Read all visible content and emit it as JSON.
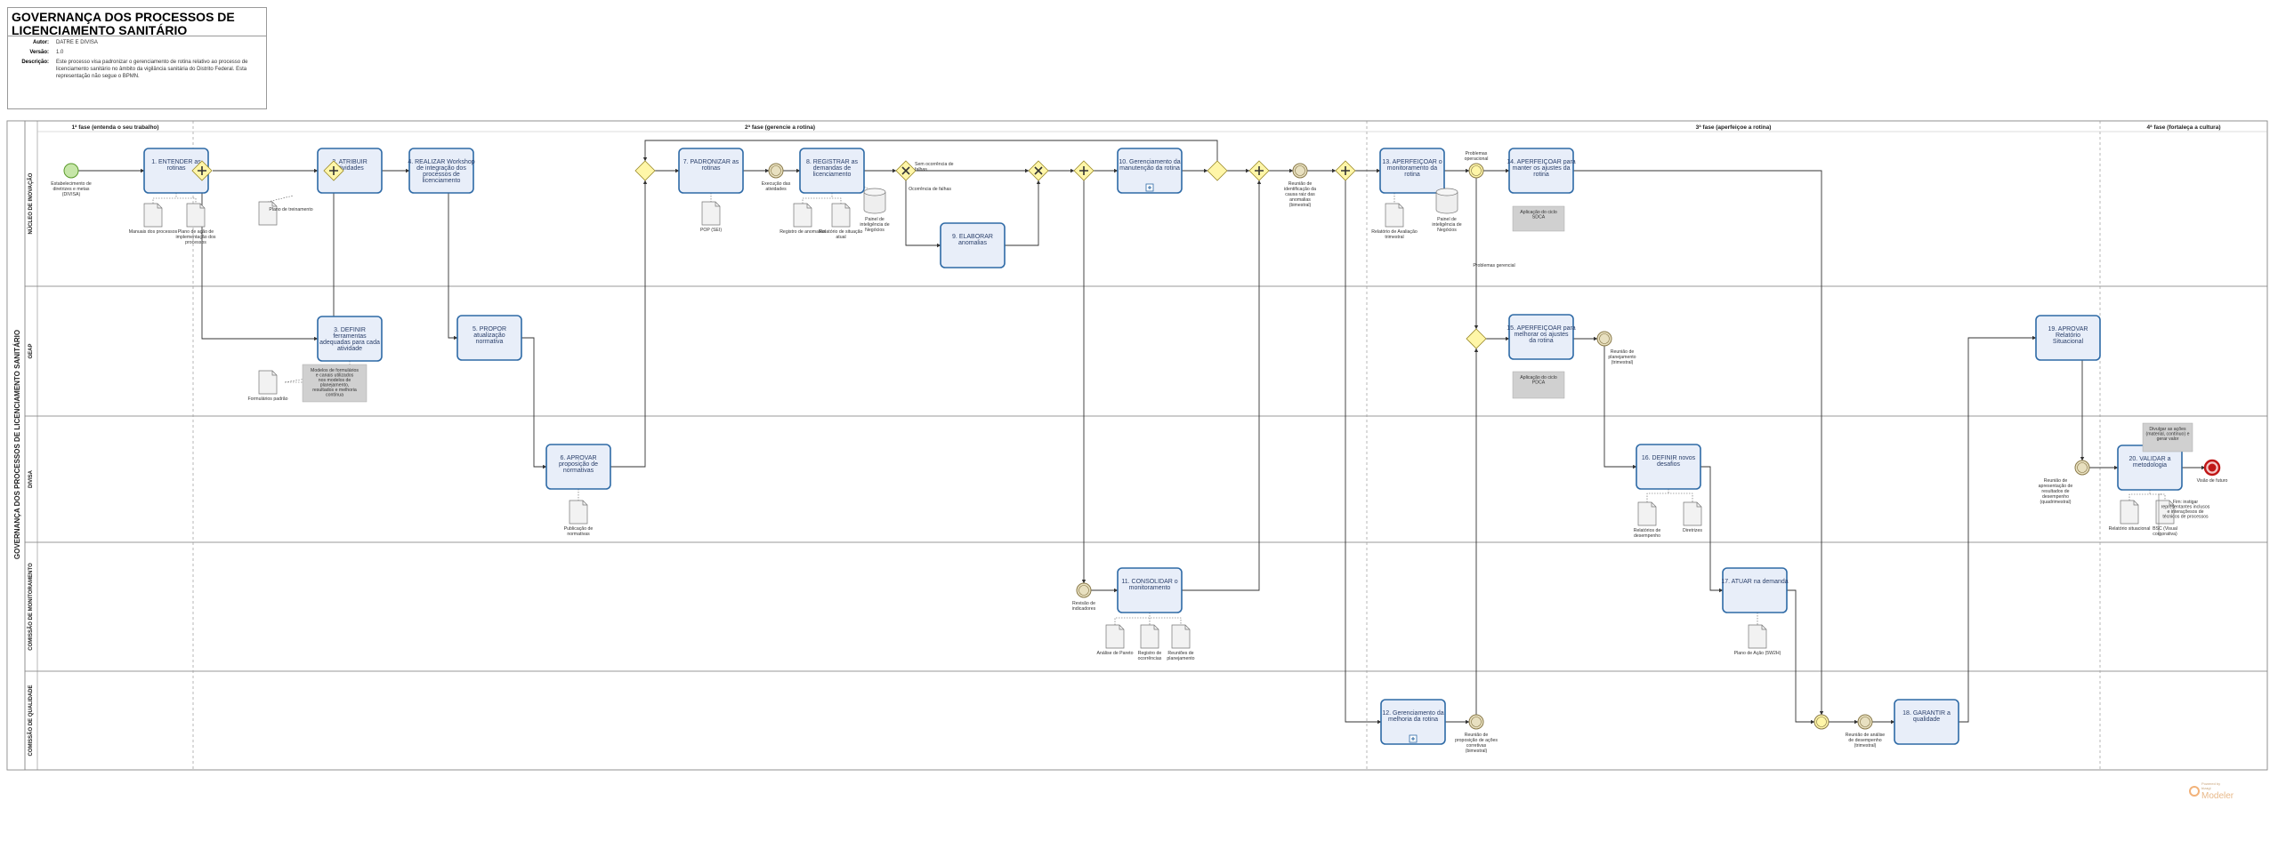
{
  "header": {
    "title": "GOVERNANÇA DOS PROCESSOS DE LICENCIAMENTO SANITÁRIO",
    "autor_label": "Autor:",
    "autor": "DATRE E DIVISA",
    "versao_label": "Versão:",
    "versao": "1.0",
    "descricao_label": "Descrição:",
    "descricao": "Este processo visa padronizar o gerenciamento de rotina relativo ao processo de licenciamento sanitário no âmbito da vigilância sanitária do Distrito Federal. Esta representação não segue o BPMN."
  },
  "pool": "GOVERNANÇA DOS PROCESSOS DE LICENCIAMENTO SANITÁRIO",
  "lanes": [
    "NÚCLEO DE INOVAÇÃO",
    "GEAP",
    "DIVISA",
    "COMISSÃO DE MONITORAMENTO",
    "COMISSÃO DE QUALIDADE"
  ],
  "phases": [
    "1ª fase (entenda o seu trabalho)",
    "2ª fase (gerencie a rotina)",
    "3ª fase (aperfeiçoe a rotina)",
    "4ª fase (fortaleça a cultura)"
  ],
  "tasks": {
    "t1": "1. ENTENDER as rotinas",
    "t2": "2. ATRIBUIR atividades",
    "t3": "3. DEFINIR ferramentas adequadas para cada atividade",
    "t4": "4. REALIZAR Workshop de integração dos processos de licenciamento",
    "t5": "5. PROPOR atualização normativa",
    "t6": "6. APROVAR proposição de normativas",
    "t7": "7. PADRONIZAR as rotinas",
    "t8": "8. REGISTRAR as demandas de licenciamento",
    "t9": "9. ELABORAR anomalias",
    "t10": "10. Gerenciamento da manutenção da rotina",
    "t11": "11. CONSOLIDAR o monitoramento",
    "t12": "12. Gerenciamento da melhoria da rotina",
    "t13": "13. APERFEIÇOAR o monitoramento da rotina",
    "t14": "14. APERFEIÇOAR para manter os ajustes da rotina",
    "t15": "15. APERFEIÇOAR para melhorar os ajustes da rotina",
    "t16": "16. DEFINIR novos desafios",
    "t17": "17. ATUAR na demanda",
    "t18": "18. GARANTIR a qualidade",
    "t19": "19. APROVAR Relatório Situacional",
    "t20": "20. VALIDAR a metodologia"
  },
  "labels": {
    "start": "Estabelecimento de diretrizes e metas (DIVISA)",
    "doc_manuais": "Manuais dos processos",
    "doc_plano_impl": "Plano de ação de implementação dos processos",
    "doc_plano_trein": "Plano de treinamento",
    "doc_formularios": "Formulários padrão",
    "note_modelos": "Modelos de formulários e canais utilizados nos modelos de planejamento, resultados e melhoria contínua",
    "doc_publicacao": "Publicação de normativas",
    "doc_pop": "POP (SEI)",
    "ev_execucao": "Execução das atividades",
    "doc_registro_anom": "Registro de anomalias",
    "doc_rel_situacao": "Relatório de situação atual",
    "db_painel": "Painel de inteligência de Negócios",
    "sem_ocorrencia": "Sem ocorrência de falhas",
    "ocorrencia": "Ocorrência de falhas",
    "ev_reuniao_identif": "Reunião de identificação da causa raiz das anomalias (bimestral)",
    "doc_rel_avaliacao": "Relatório de Avaliação trimestral",
    "db_painel2": "Painel de inteligência de Negócios",
    "problemas_oper": "Problemas operacional",
    "problemas_ger": "Problemas gerencial",
    "note_sdca": "Aplicação do ciclo SDCA",
    "note_pdca": "Aplicação do ciclo PDCA",
    "ev_reuniao_plan": "Reunião de planejamento (trimestral)",
    "doc_rel_desempenho": "Relatórios de desempenho",
    "doc_diretrizes": "Diretrizes",
    "ev_revisao_ind": "Revisão de indicadores",
    "doc_analise": "Análise de Pareto",
    "doc_registro_ocor": "Registro de ocorrências",
    "doc_reunioes": "Reuniões de planejamento",
    "doc_plano_5w2h": "Plano de Ação (5W2H)",
    "ev_reuniao_prop": "Reunião de proposição de ações corretivas (bimestral)",
    "ev_reuniao_analise": "Reunião de análise de desempenho (trimestral)",
    "ev_reuniao_apres": "Reunião de apresentação de resultados de desempenho (quadrimestral)",
    "end": "Visão de futuro",
    "note_divulgar": "Divulgar as ações (material, contínuo) e gerar valor",
    "doc_relatorio_sit": "Relatório situacional",
    "doc_bsc": "BSC (Visual corporativa)",
    "annot_futuro": "Fim: instigar representantes inclusos e interaçõesos de técnicos de processos"
  },
  "logo": {
    "top": "Powered by",
    "mid": "bizagi",
    "bot": "Modeler"
  },
  "colors": {
    "task_fill": "#e8eef9",
    "task_stroke": "#2e6aa6",
    "gateway": "#fff6a8",
    "event": "#c6e6a8"
  }
}
